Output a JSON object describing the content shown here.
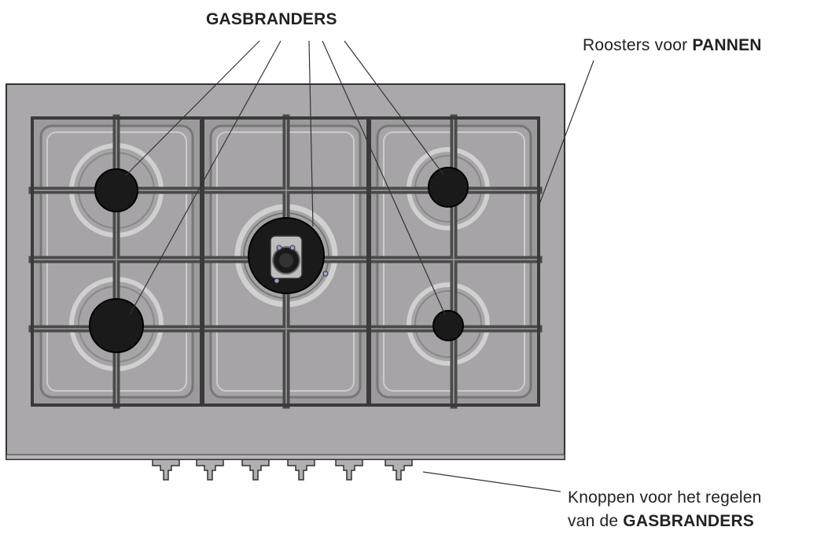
{
  "labels": {
    "burners": "GASBRANDERS",
    "grates_prefix": "Roosters voor ",
    "grates_bold": "PANNEN",
    "knobs_line1": "Knoppen voor het regelen",
    "knobs_line2_prefix": "van de ",
    "knobs_line2_bold": "GASBRANDERS"
  },
  "colors": {
    "panel": "#aaa8aa",
    "grate": "#5a5a5a",
    "burner": "#1a1a1a",
    "ring": "#c9c9c9"
  }
}
